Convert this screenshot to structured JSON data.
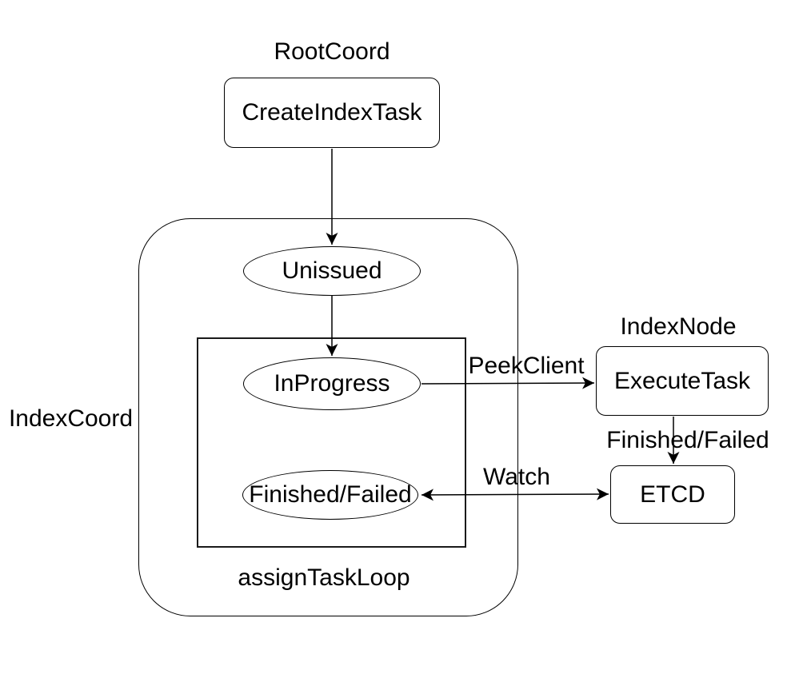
{
  "diagram": {
    "background": "#ffffff",
    "stroke_color": "#000000",
    "text_color": "#000000",
    "group_labels": {
      "root_coord": "RootCoord",
      "index_coord": "IndexCoord",
      "index_node": "IndexNode",
      "assign_task_loop": "assignTaskLoop"
    },
    "nodes": {
      "create_index_task": "CreateIndexTask",
      "unissued": "Unissued",
      "in_progress": "InProgress",
      "finished_failed": "Finished/Failed",
      "execute_task": "ExecuteTask",
      "etcd": "ETCD"
    },
    "connections": [
      {
        "from": "CreateIndexTask",
        "to": "Unissued",
        "label": "",
        "bidirectional": false
      },
      {
        "from": "Unissued",
        "to": "InProgress",
        "label": "",
        "bidirectional": false
      },
      {
        "from": "InProgress",
        "to": "ExecuteTask",
        "label": "PeekClient",
        "bidirectional": false
      },
      {
        "from": "ExecuteTask",
        "to": "ETCD",
        "label": "Finished/Failed",
        "bidirectional": false
      },
      {
        "from": "ETCD",
        "to": "Finished/Failed",
        "label": "Watch",
        "bidirectional": true
      }
    ]
  }
}
